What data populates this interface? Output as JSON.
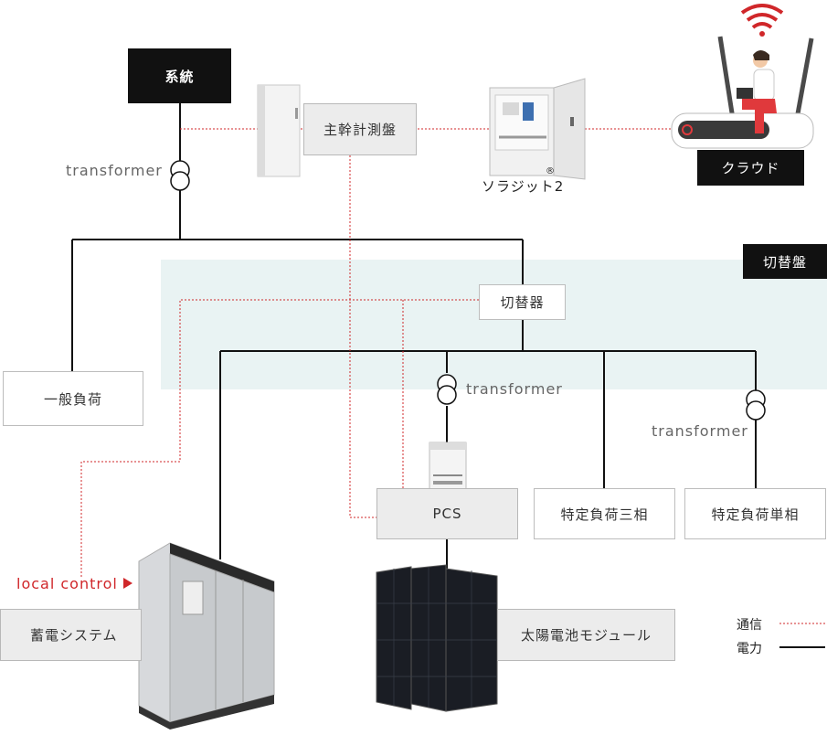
{
  "nodes": {
    "grid": "系統",
    "main_meter": "主幹計測盤",
    "solarit": "ソラジット",
    "solarit_reg": "®",
    "solarit_num": "2",
    "cloud": "クラウド",
    "switch_panel": "切替盤",
    "switch": "切替器",
    "general_load": "一般負荷",
    "pcs": "PCS",
    "load3": "特定負荷三相",
    "load1": "特定負荷単相",
    "storage": "蓄電システム",
    "solar": "太陽電池モジュール"
  },
  "transformer_label": "transformer",
  "local_control": "local control",
  "legend": {
    "comm": "通信",
    "power": "電力"
  },
  "colors": {
    "comm_line": "#d0272a",
    "power_line": "#111111",
    "panel_band": "#e9f3f3"
  }
}
